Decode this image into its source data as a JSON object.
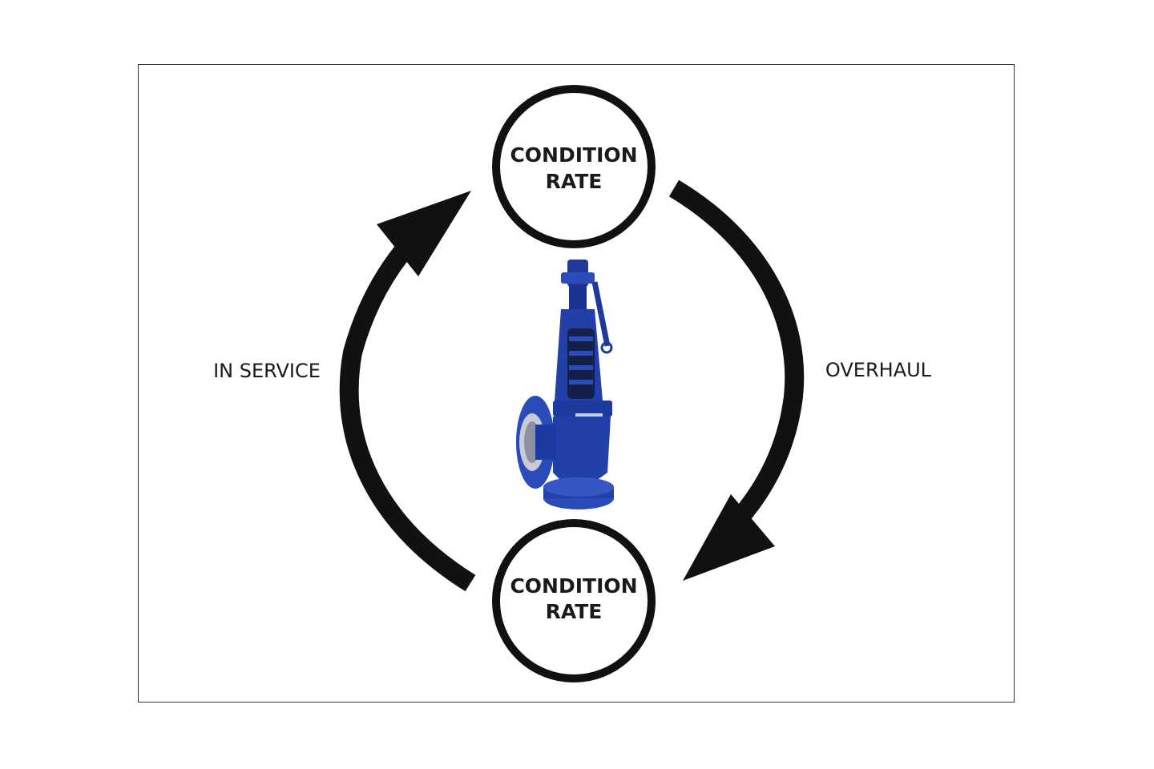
{
  "nodes": {
    "top": {
      "line1": "CONDITION",
      "line2": "RATE"
    },
    "bottom": {
      "line1": "CONDITION",
      "line2": "RATE"
    }
  },
  "edges": {
    "left": {
      "label": "IN SERVICE",
      "direction": "upward"
    },
    "right": {
      "label": "OVERHAUL",
      "direction": "downward"
    }
  },
  "image": {
    "subject": "safety-valve",
    "color": "#1f3a9a"
  },
  "colors": {
    "stroke": "#111111",
    "valve": "#1f3a9a"
  }
}
